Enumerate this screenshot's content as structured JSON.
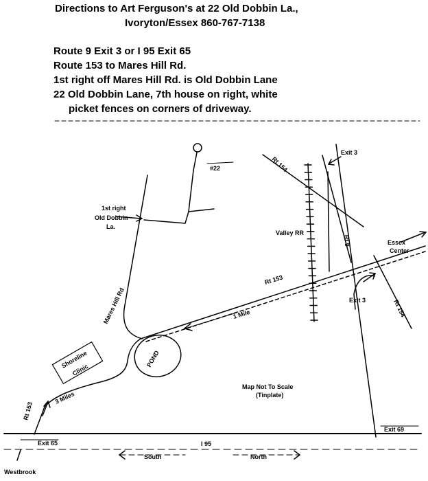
{
  "header": {
    "title_line1": "Directions to Art Ferguson's at 22 Old Dobbin La.,",
    "title_line2": "Ivoryton/Essex   860-767-7138"
  },
  "directions": [
    "Route 9 Exit 3 or I 95 Exit 65",
    "Route 153 to Mares Hill Rd.",
    "1st right off Mares Hill Rd. is Old Dobbin Lane",
    "22 Old Dobbin Lane, 7th house on right, white",
    "picket fences on corners of driveway."
  ],
  "map": {
    "house_label": "#22",
    "first_right_label": "1st right",
    "old_dobbin_label_1": "Old Dobbin",
    "old_dobbin_label_2": "La.",
    "mares_hill_label": "Mares Hill Rd",
    "valley_rr_label": "Valley  RR",
    "rt154_top_label": "Rt 154",
    "exit3_top_label": "Exit 3",
    "rt9_label": "Rt 9",
    "essex_center_label_1": "Essex",
    "essex_center_label_2": "Center",
    "rt153_label": "Rt 153",
    "one_mile_label": "1 Mile",
    "exit3_bottom_label": "Exit 3",
    "rt154_bottom_label": "Rt 154",
    "shoreline_label_1": "Shoreline",
    "shoreline_label_2": "Clinic",
    "pond_label": "POND",
    "rt153_left_label": "Rt 153",
    "three_miles_label": "3 Miles",
    "not_to_scale_label_1": "Map Not To Scale",
    "not_to_scale_label_2": "(Tinplate)",
    "exit69_label": "Exit 69",
    "exit65_label": "Exit 65",
    "i95_label": "I 95",
    "south_label": "South",
    "north_label": "North",
    "westbrook_label": "Westbrook"
  }
}
